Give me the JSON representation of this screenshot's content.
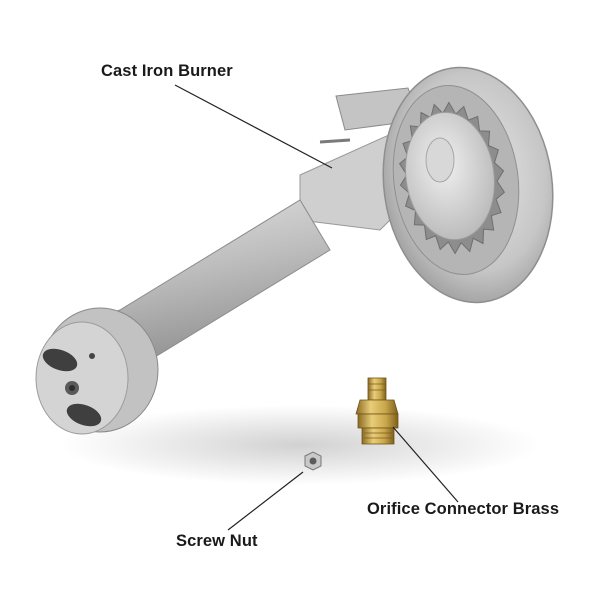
{
  "labels": {
    "cast_iron_burner": "Cast Iron Burner",
    "orifice_connector": "Orifice Connector Brass",
    "screw_nut": "Screw Nut"
  },
  "colors": {
    "metal_light": "#d9d9d9",
    "metal_mid": "#b9b9b9",
    "metal_dark": "#8d8d8d",
    "brass": "#c9a64a",
    "leader_line": "#222222",
    "label_text": "#1a1a1a"
  }
}
